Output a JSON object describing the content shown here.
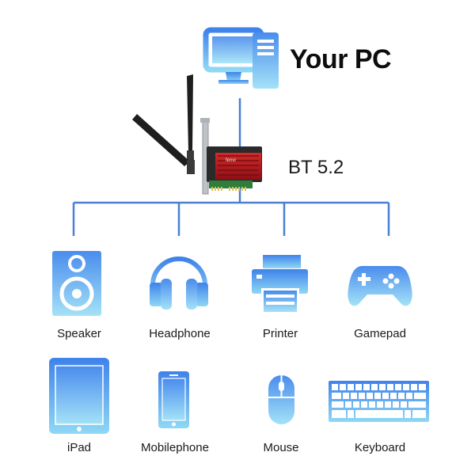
{
  "header": {
    "title": "Your PC"
  },
  "card": {
    "bt_version": "BT 5.2",
    "brand": "fenvi"
  },
  "devices": [
    {
      "label": "Speaker"
    },
    {
      "label": "Headphone"
    },
    {
      "label": "Printer"
    },
    {
      "label": "Gamepad"
    },
    {
      "label": "iPad"
    },
    {
      "label": "Mobilephone"
    },
    {
      "label": "Mouse"
    },
    {
      "label": "Keyboard"
    }
  ],
  "colors": {
    "icon_top": "#3f82ea",
    "icon_bottom": "#8fd8f4",
    "line": "#4a7fd4",
    "card_red": "#b3151b"
  },
  "icons": [
    "pc-icon",
    "wifi-bt-card",
    "speaker-icon",
    "headphone-icon",
    "printer-icon",
    "gamepad-icon",
    "tablet-icon",
    "mobilephone-icon",
    "mouse-icon",
    "keyboard-icon"
  ]
}
